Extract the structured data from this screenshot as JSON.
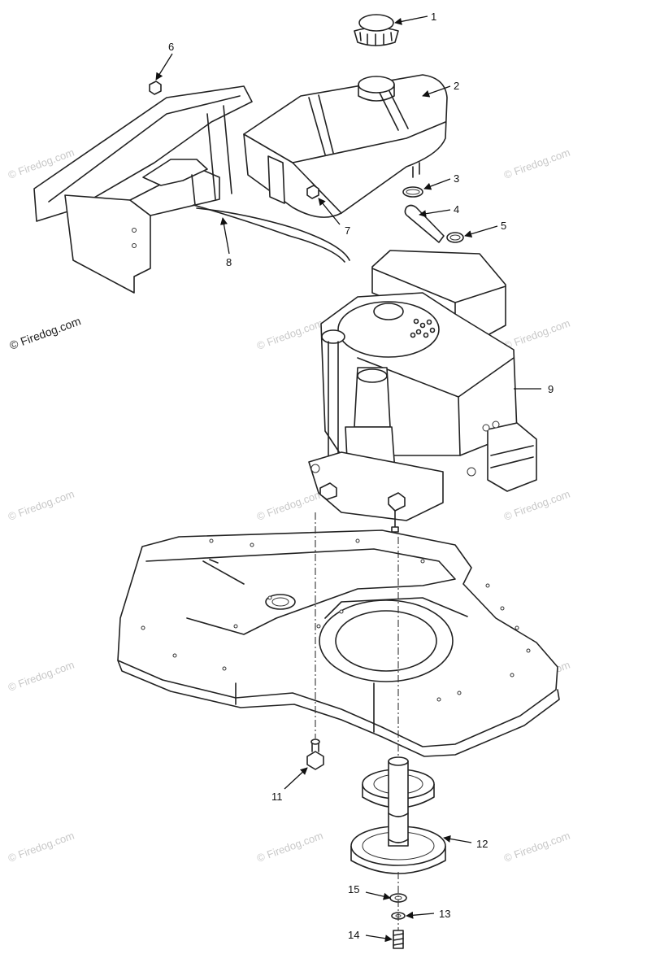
{
  "watermark": "© Firedog.com",
  "callouts": [
    "1",
    "2",
    "3",
    "4",
    "5",
    "6",
    "7",
    "8",
    "9",
    "11",
    "12",
    "13",
    "14",
    "15"
  ]
}
